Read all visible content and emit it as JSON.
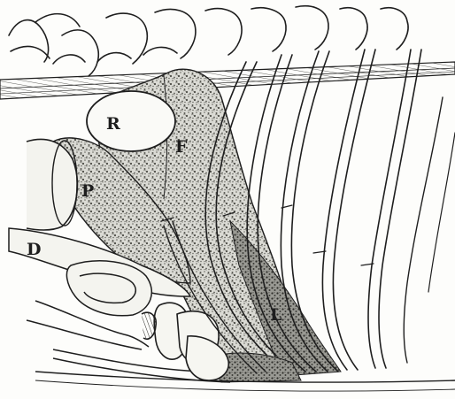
{
  "figure": {
    "labels": {
      "R": "R",
      "F": "F",
      "P": "P",
      "D": "D",
      "L": "L"
    },
    "colors": {
      "ink": "#1e1e1e",
      "paper": "#fdfdfb",
      "stipple_fill": "#c9c9c3",
      "dark_fill": "#8a8a84"
    }
  }
}
